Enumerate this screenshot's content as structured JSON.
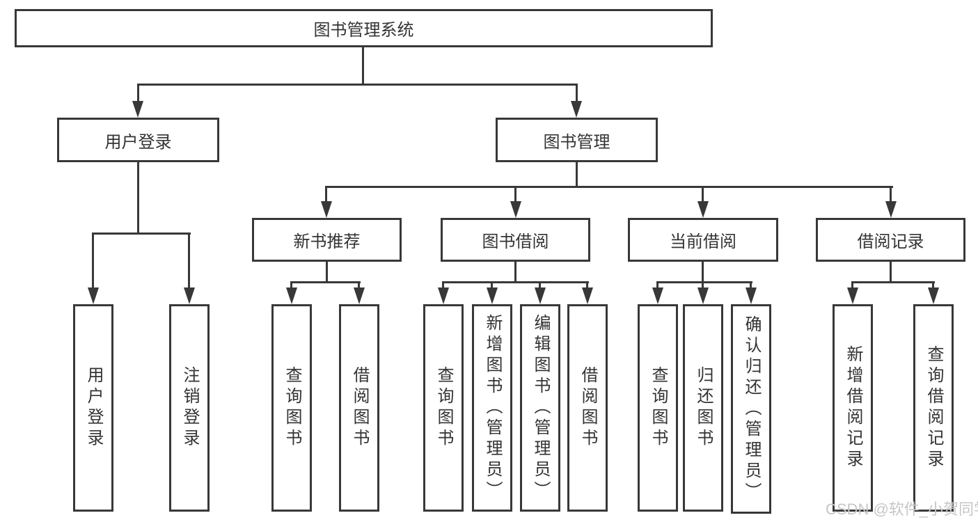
{
  "tree": {
    "label": "图书管理系统",
    "children": [
      {
        "label": "用户登录",
        "children": [
          {
            "label": "用户登录"
          },
          {
            "label": "注销登录"
          }
        ]
      },
      {
        "label": "图书管理",
        "children": [
          {
            "label": "新书推荐",
            "children": [
              {
                "label": "查询图书"
              },
              {
                "label": "借阅图书"
              }
            ]
          },
          {
            "label": "图书借阅",
            "children": [
              {
                "label": "查询图书"
              },
              {
                "label": "新增图书（管理员）"
              },
              {
                "label": "编辑图书（管理员）"
              },
              {
                "label": "借阅图书"
              }
            ]
          },
          {
            "label": "当前借阅",
            "children": [
              {
                "label": "查询图书"
              },
              {
                "label": "归还图书"
              },
              {
                "label": "确认归还（管理员）"
              }
            ]
          },
          {
            "label": "借阅记录",
            "children": [
              {
                "label": "新增借阅记录"
              },
              {
                "label": "查询借阅记录"
              }
            ]
          }
        ]
      }
    ]
  },
  "watermark": {
    "text": "CSDN @软件_小贺同学"
  },
  "colors": {
    "line": "#383838",
    "box_border": "#383838",
    "box_background": "#ffffff",
    "text": "#333333",
    "watermark": "#c6c6c6"
  }
}
